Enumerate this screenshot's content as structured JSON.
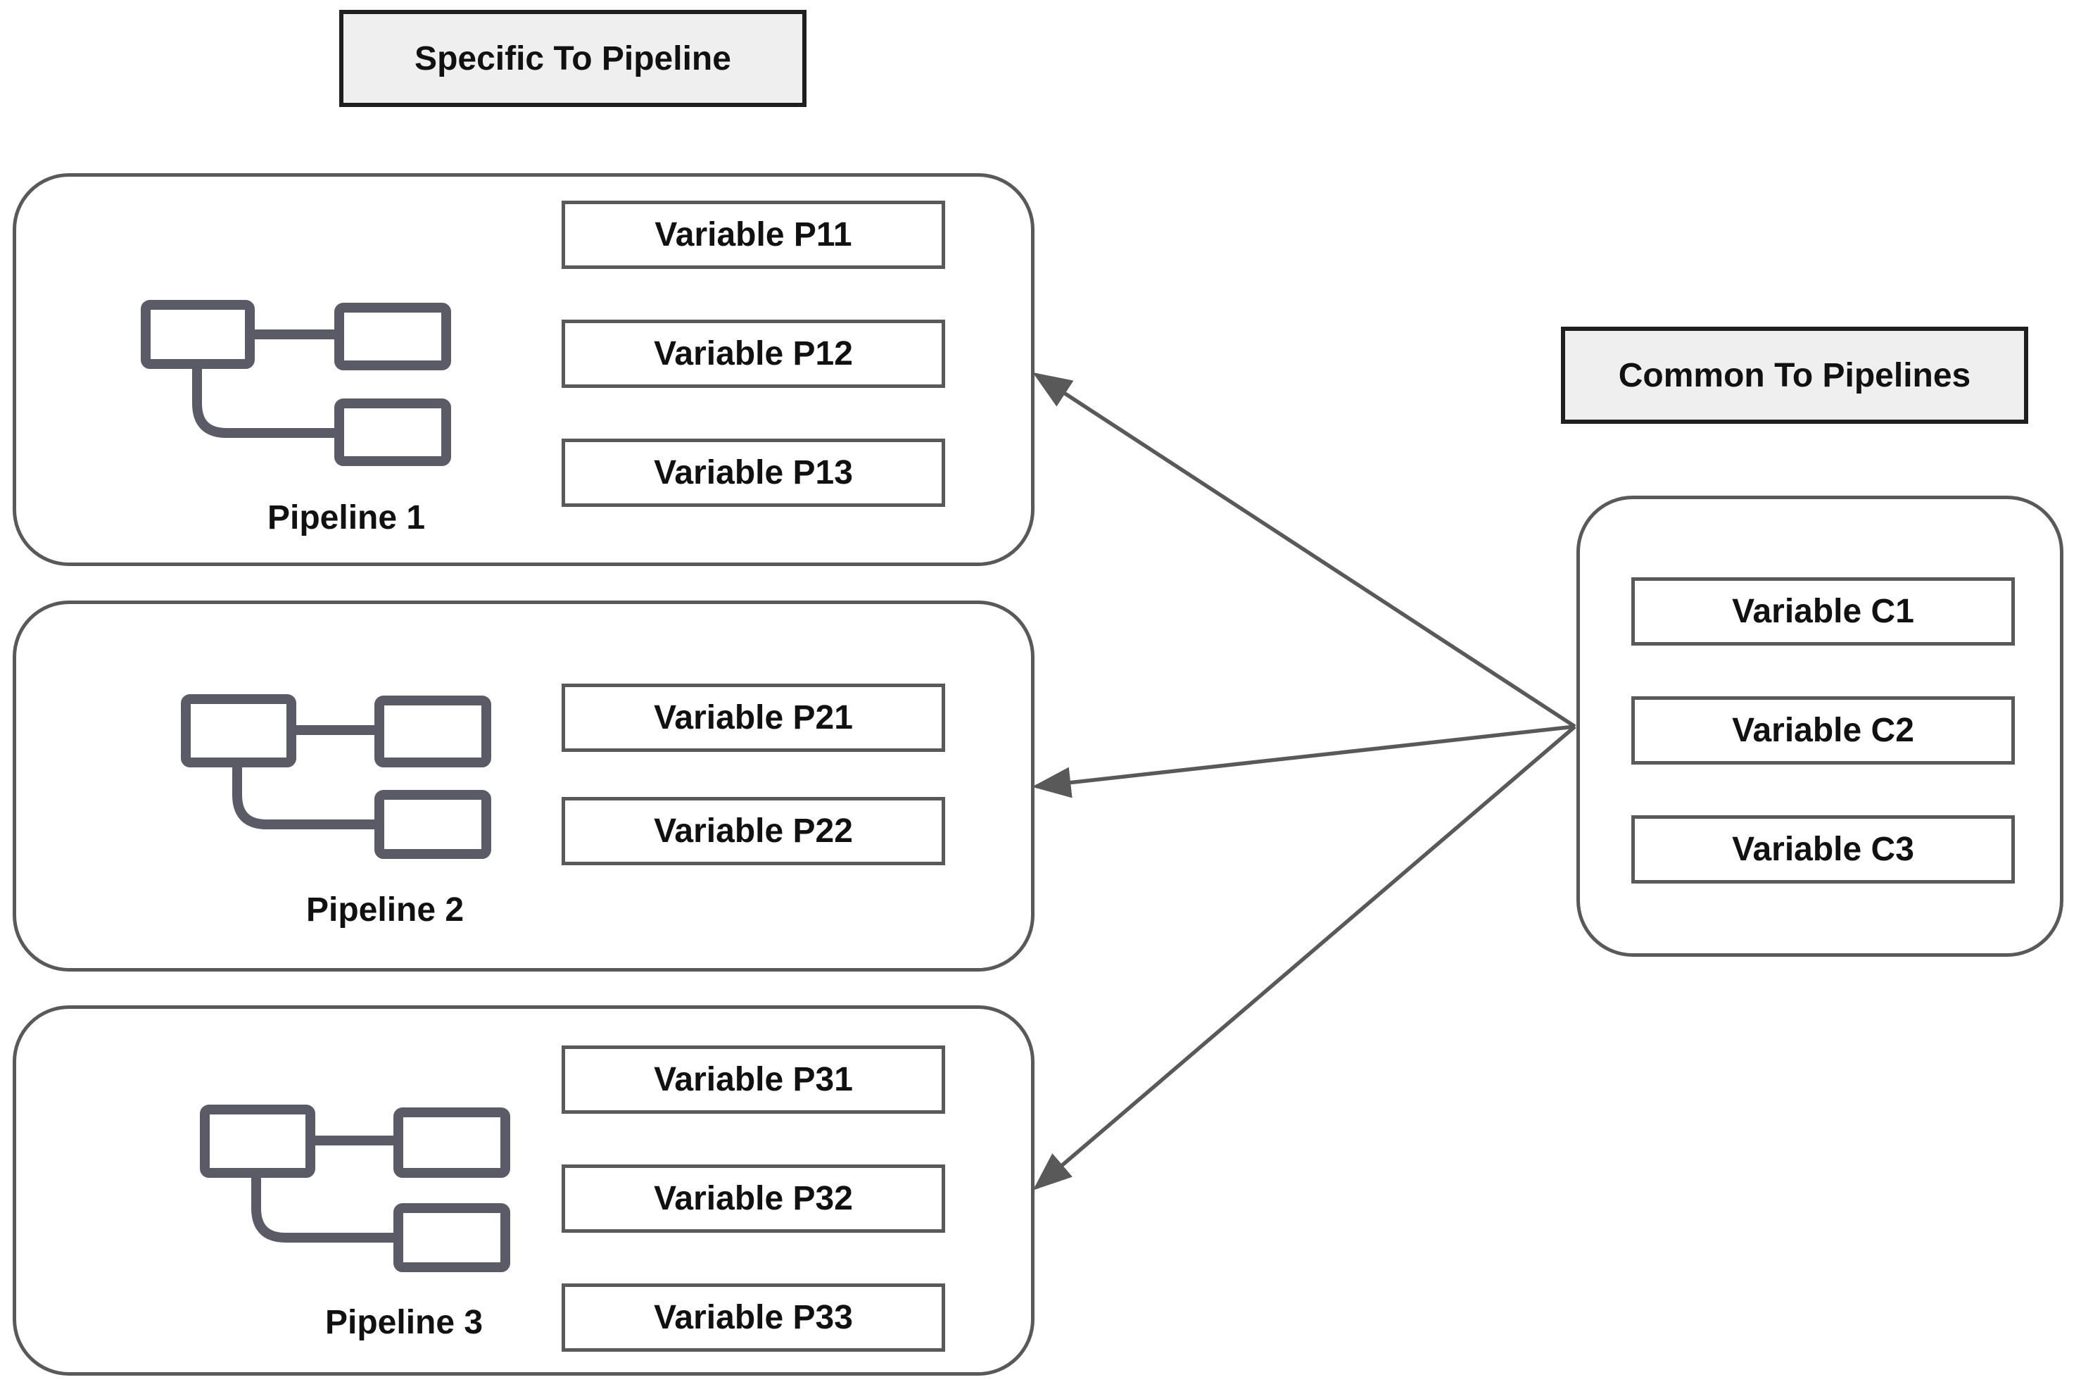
{
  "headers": {
    "specific": "Specific To Pipeline",
    "common": "Common To Pipelines"
  },
  "pipelines": [
    {
      "label": "Pipeline 1",
      "variables": [
        "Variable P11",
        "Variable P12",
        "Variable P13"
      ]
    },
    {
      "label": "Pipeline 2",
      "variables": [
        "Variable P21",
        "Variable P22"
      ]
    },
    {
      "label": "Pipeline 3",
      "variables": [
        "Variable P31",
        "Variable P32",
        "Variable P33"
      ]
    }
  ],
  "common": {
    "variables": [
      "Variable C1",
      "Variable C2",
      "Variable C3"
    ]
  },
  "icons": {
    "pipeline": "pipeline-flow-icon"
  },
  "colors": {
    "stroke": "#595959",
    "icon": "#5b5b68",
    "header_fill": "#efefef",
    "header_border": "#1f1f1f"
  }
}
